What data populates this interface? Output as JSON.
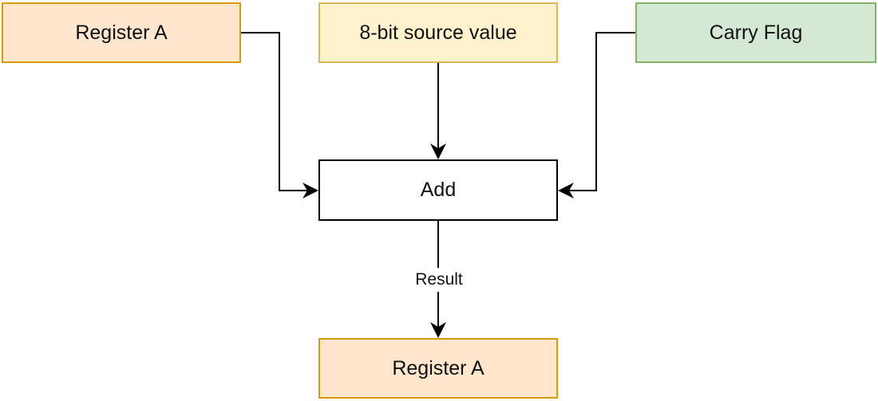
{
  "diagram": {
    "nodes": {
      "register_a_input": {
        "label": "Register A",
        "fill": "#ffe6cc",
        "stroke": "#d79b00"
      },
      "source_value": {
        "label": "8-bit source value",
        "fill": "#fff2cc",
        "stroke": "#d6b656"
      },
      "carry_flag": {
        "label": "Carry Flag",
        "fill": "#d5e8d4",
        "stroke": "#82b366"
      },
      "add": {
        "label": "Add",
        "fill": "#ffffff",
        "stroke": "#000000"
      },
      "register_a_output": {
        "label": "Register A",
        "fill": "#ffe6cc",
        "stroke": "#d79b00"
      }
    },
    "edges": {
      "result_label": "Result"
    }
  }
}
